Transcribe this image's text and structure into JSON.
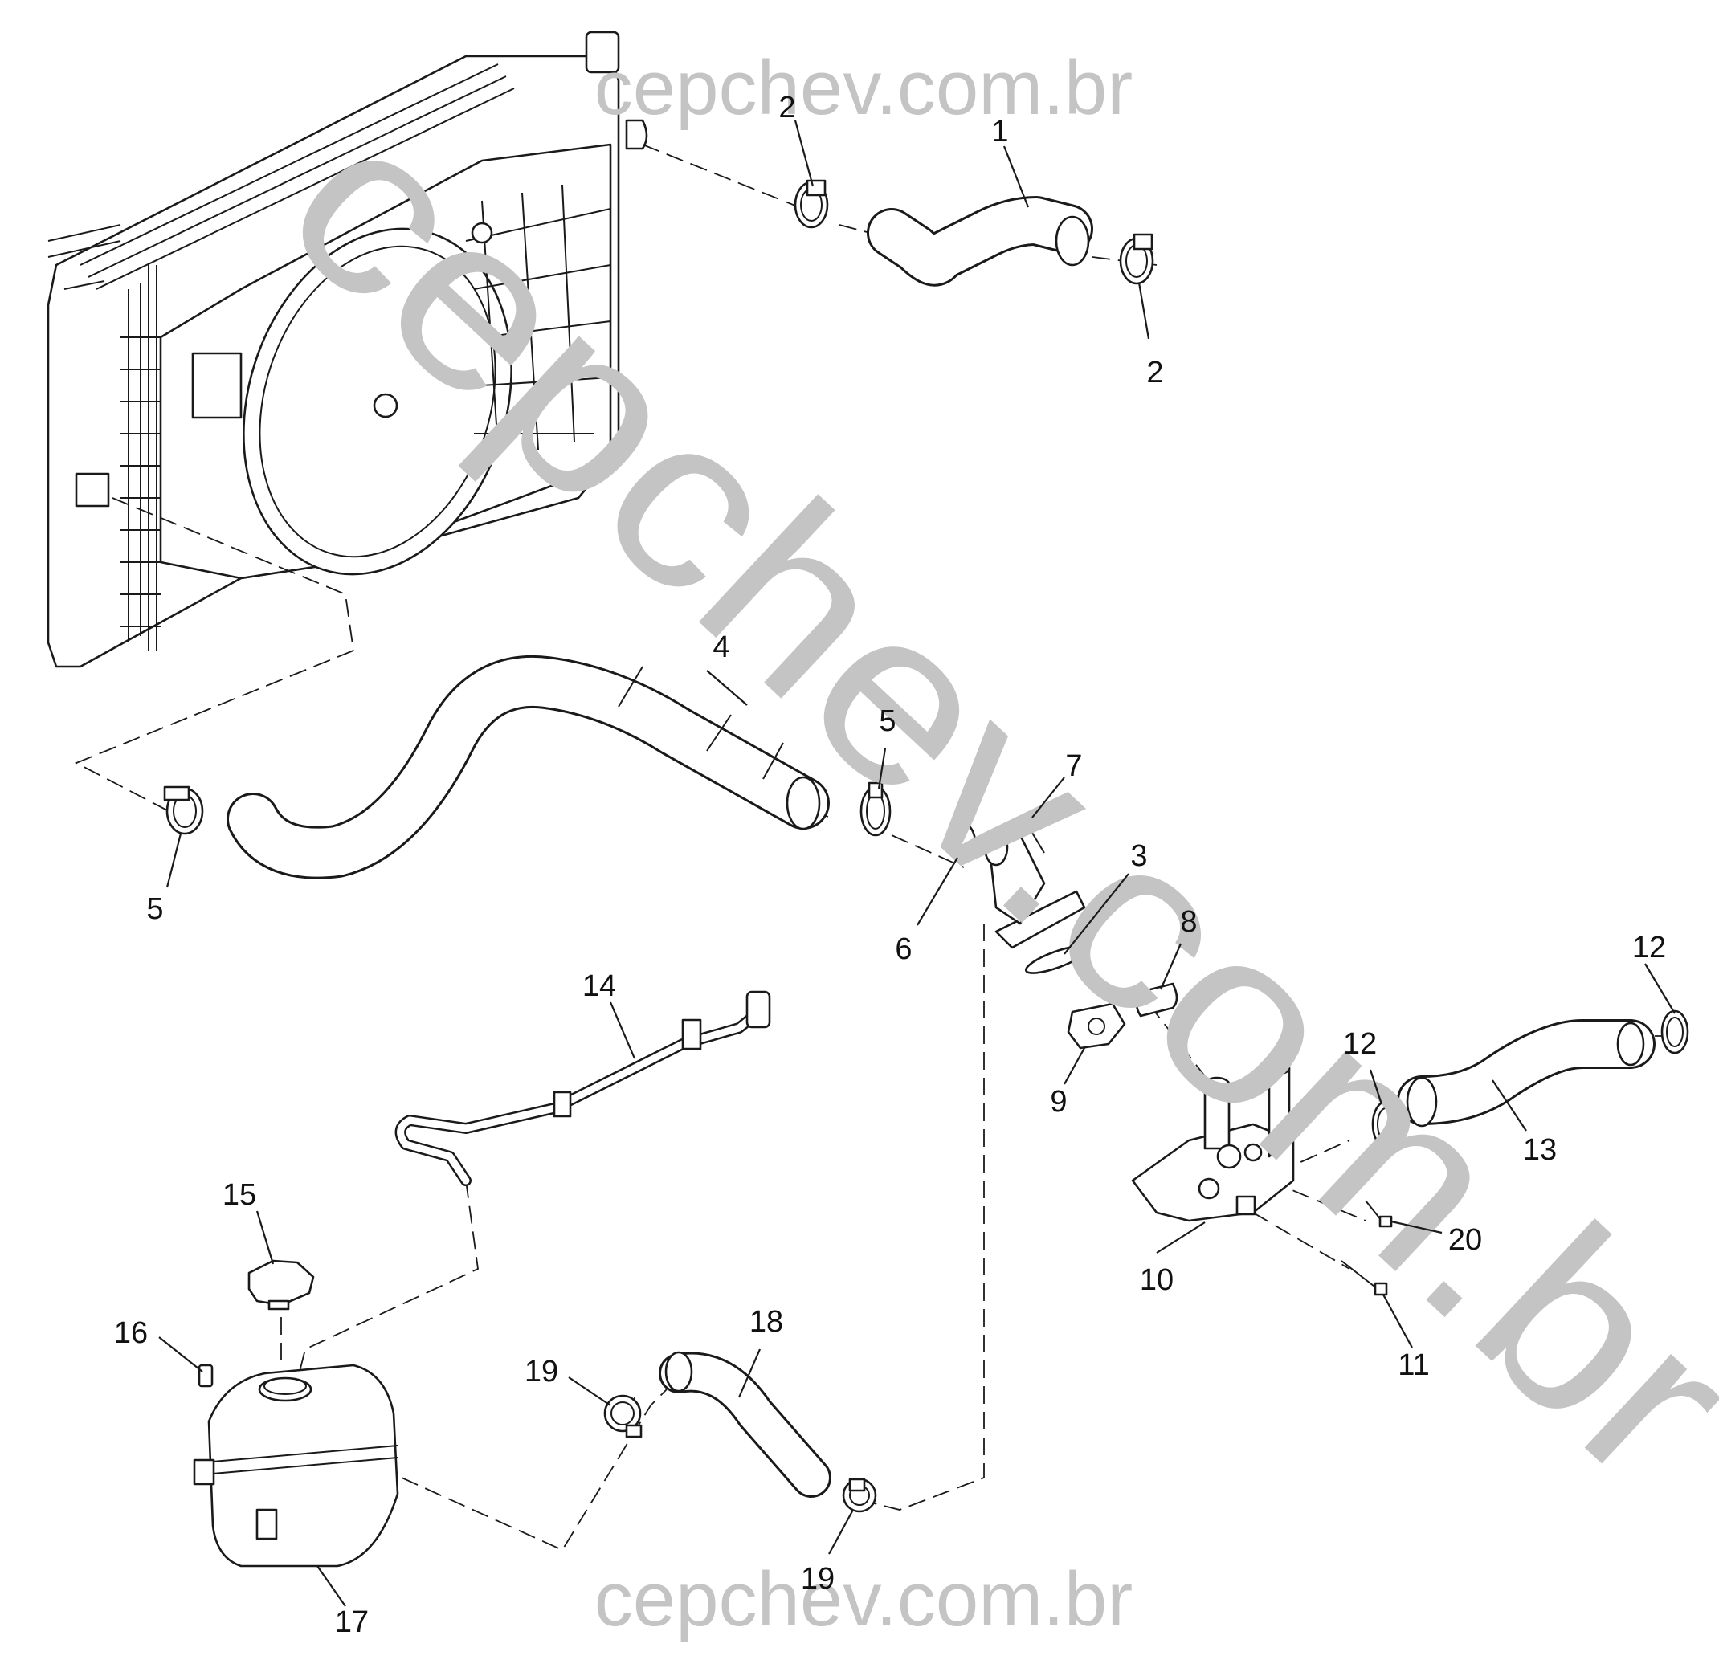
{
  "watermark": {
    "top": "cepchev.com.br",
    "bottom": "cepchev.com.br",
    "diagonal": "cepchev.com.br"
  },
  "callouts": [
    {
      "id": "c2a",
      "label": "2"
    },
    {
      "id": "c1",
      "label": "1"
    },
    {
      "id": "c2b",
      "label": "2"
    },
    {
      "id": "c4",
      "label": "4"
    },
    {
      "id": "c5a",
      "label": "5"
    },
    {
      "id": "c5b",
      "label": "5"
    },
    {
      "id": "c7",
      "label": "7"
    },
    {
      "id": "c3",
      "label": "3"
    },
    {
      "id": "c6",
      "label": "6"
    },
    {
      "id": "c8",
      "label": "8"
    },
    {
      "id": "c12a",
      "label": "12"
    },
    {
      "id": "c12b",
      "label": "12"
    },
    {
      "id": "c14",
      "label": "14"
    },
    {
      "id": "c9",
      "label": "9"
    },
    {
      "id": "c13",
      "label": "13"
    },
    {
      "id": "c15",
      "label": "15"
    },
    {
      "id": "c20",
      "label": "20"
    },
    {
      "id": "c10",
      "label": "10"
    },
    {
      "id": "c16",
      "label": "16"
    },
    {
      "id": "c18",
      "label": "18"
    },
    {
      "id": "c19a",
      "label": "19"
    },
    {
      "id": "c11",
      "label": "11"
    },
    {
      "id": "c19b",
      "label": "19"
    },
    {
      "id": "c17",
      "label": "17"
    }
  ]
}
